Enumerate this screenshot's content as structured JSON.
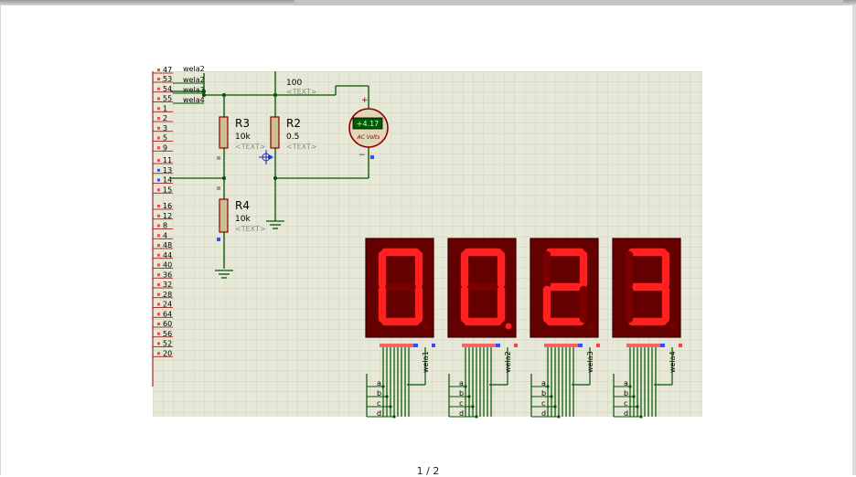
{
  "page_indicator": "1 / 2",
  "colors": {
    "grid_bg": "#e8e8d8",
    "wire": "#005300",
    "segment_on": "#ff2020",
    "segment_off": "#7a0000",
    "display_body": "#650000",
    "resistor_body": "#c8c090",
    "voltmeter_screen": "#005a00"
  },
  "bus": {
    "net_labels": [
      "wela2",
      "wela3",
      "wela4"
    ],
    "pins": [
      "53",
      "54",
      "55",
      "1",
      "2",
      "3",
      "5",
      "9",
      "11",
      "13",
      "14",
      "15",
      "16",
      "12",
      "8",
      "4",
      "48",
      "44",
      "40",
      "36",
      "32",
      "28",
      "24",
      "64",
      "60",
      "56",
      "52",
      "20"
    ],
    "top_pin_partial": "47",
    "top_label_partial": "wela2"
  },
  "resistors": {
    "r3": {
      "name": "R3",
      "value": "10k",
      "text": "<TEXT>"
    },
    "r2": {
      "name": "R2",
      "value": "0.5",
      "text": "<TEXT>"
    },
    "r4": {
      "name": "R4",
      "value": "10k",
      "text": "<TEXT>"
    }
  },
  "wire_label": {
    "value": "100",
    "text": "<TEXT>"
  },
  "voltmeter": {
    "reading": "+4.17",
    "mode": "AC Volts",
    "plus": "+",
    "minus": "−"
  },
  "displays": [
    {
      "digit": "0",
      "wela": "wela1",
      "dp": false
    },
    {
      "digit": "0",
      "wela": "wela2",
      "dp": true
    },
    {
      "digit": "2",
      "wela": "wela3",
      "dp": false
    },
    {
      "digit": "3",
      "wela": "wela4",
      "dp": false
    }
  ],
  "segment_pins": [
    "a",
    "b",
    "c",
    "d"
  ]
}
